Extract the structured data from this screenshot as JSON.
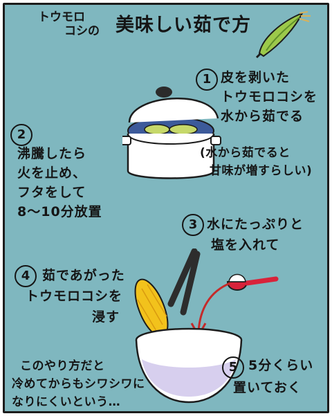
{
  "title": {
    "line1": "トウモロ",
    "line2": "コシの",
    "main": "美味しい茹で方"
  },
  "steps": [
    {
      "num": "1",
      "lines": [
        "皮を剥いた",
        "トウモロコシを",
        "水から茹でる"
      ]
    },
    {
      "num": "2",
      "lines": [
        "沸騰したら",
        "火を止め、",
        "フタをして",
        "8〜10分放置"
      ]
    },
    {
      "num": "3",
      "lines": [
        "水にたっぷりと",
        "塩を入れて"
      ]
    },
    {
      "num": "4",
      "lines": [
        "茹であがった",
        "トウモロコシを",
        "浸す"
      ]
    },
    {
      "num": "5",
      "lines": [
        "5分くらい",
        "置いておく"
      ]
    }
  ],
  "note1": [
    "(水から茹でると",
    "甘味が増すらしい)"
  ],
  "note2": [
    "このやり方だと",
    "冷めてからもシワシワに",
    "なりにくいという…"
  ],
  "colors": {
    "background": "#7fb7bf",
    "corn": "#f2c21c",
    "husk": "#9cc94a",
    "spoon": "#d8233a"
  },
  "icons": [
    "corn-icon",
    "pot-icon",
    "tongs-icon",
    "salt-spoon-icon",
    "bowl-icon",
    "arrow-icon"
  ]
}
